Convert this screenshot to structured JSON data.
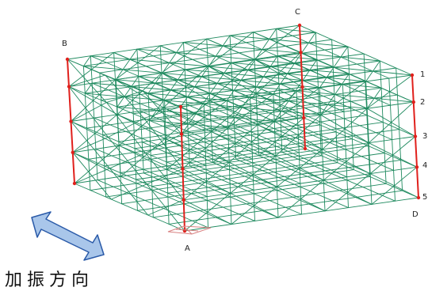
{
  "figure": {
    "corner_labels": {
      "A": "A",
      "B": "B",
      "C": "C",
      "D": "D"
    },
    "level_labels": [
      "1",
      "2",
      "3",
      "4",
      "5"
    ],
    "direction_label": "加振方向",
    "colors": {
      "frame": "#1f8a5f",
      "columns": "#e0201c",
      "arrow_fill": "#a9c6ea",
      "arrow_stroke": "#2a5aa8",
      "support": "#d88080"
    }
  }
}
